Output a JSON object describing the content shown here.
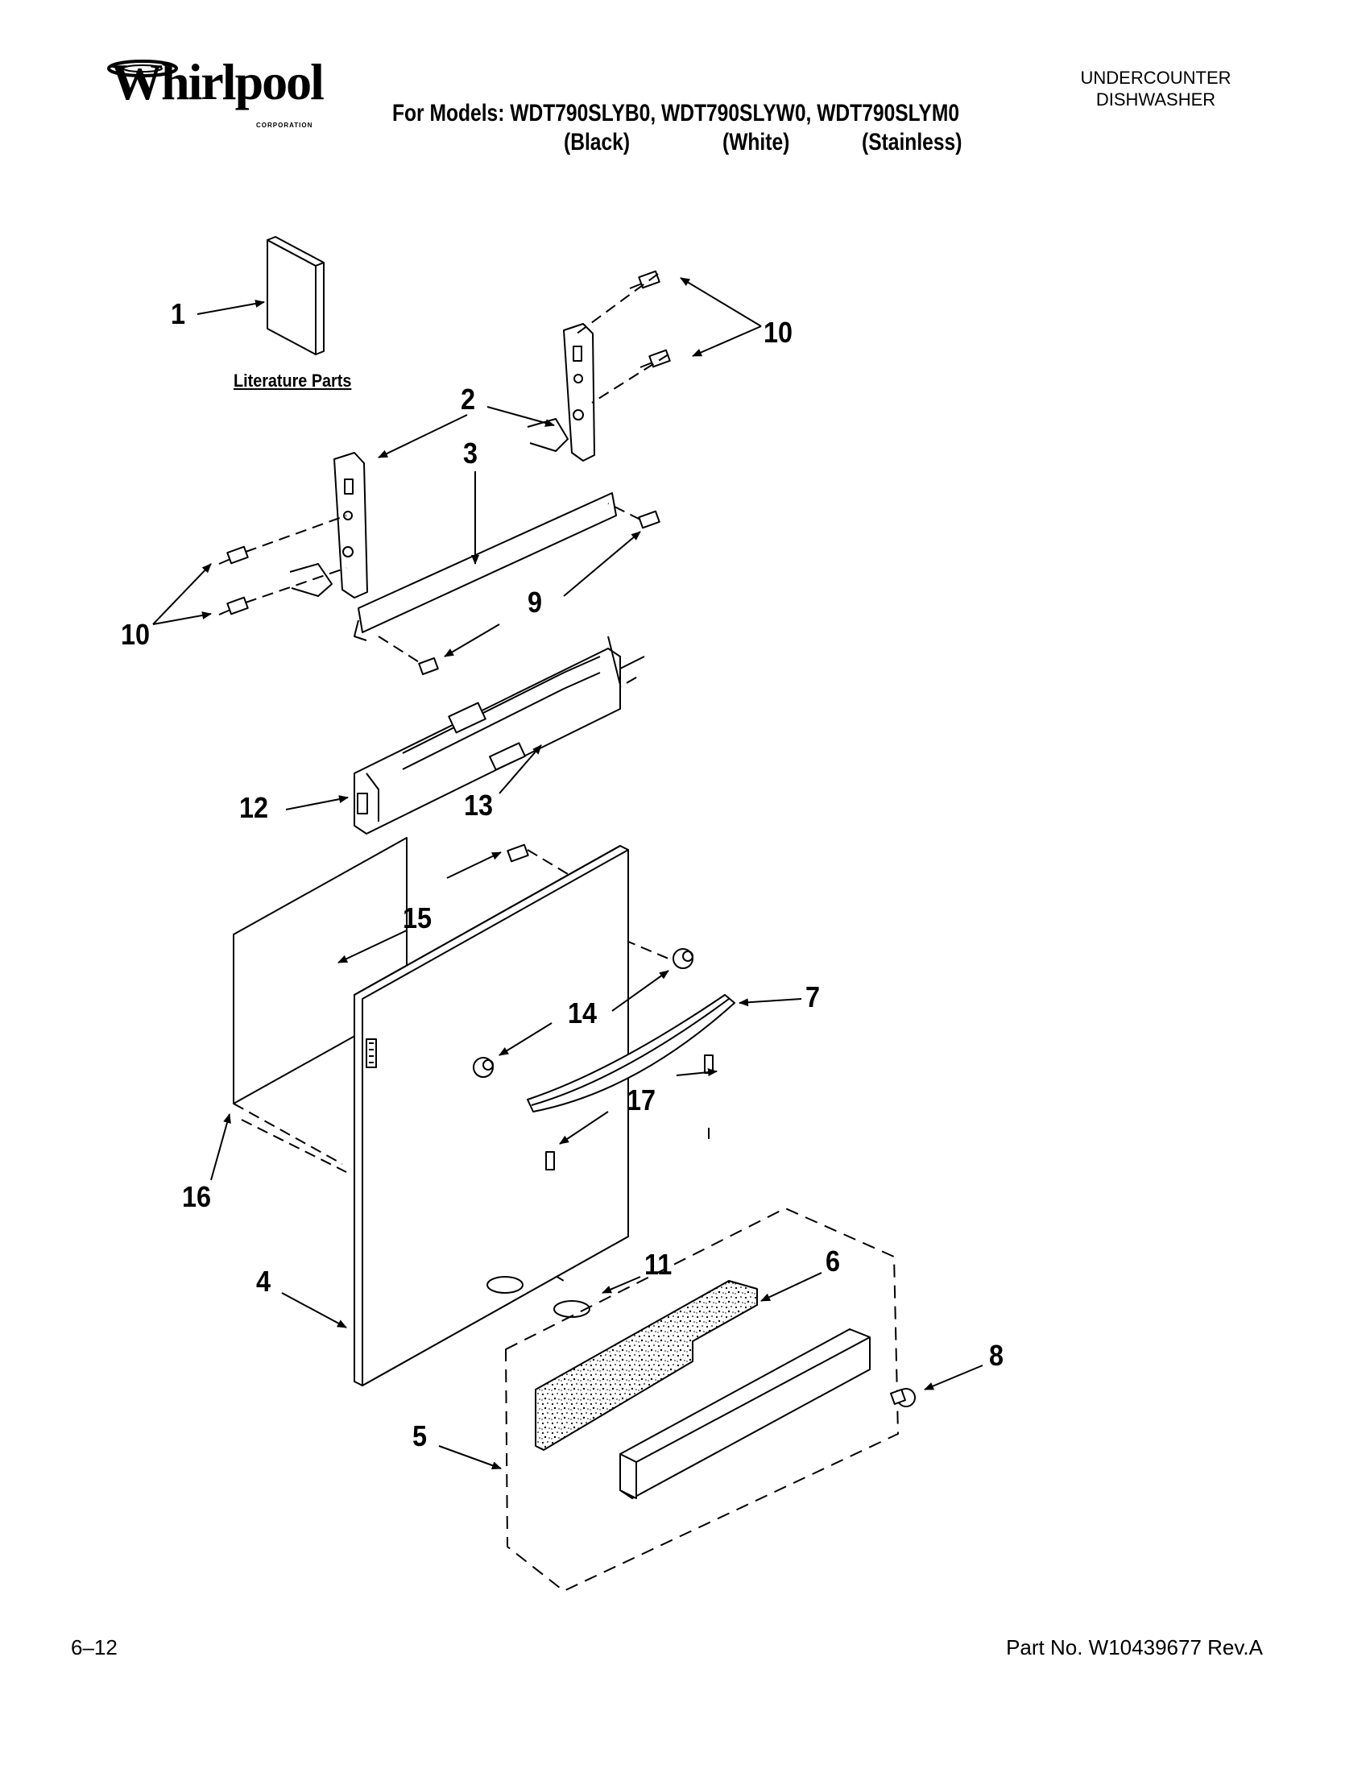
{
  "header": {
    "brand": "Whirlpool",
    "brand_sub": "CORPORATION",
    "models_line": "For Models: WDT790SLYB0, WDT790SLYW0, WDT790SLYM0",
    "color_black": "(Black)",
    "color_white": "(White)",
    "color_stainless": "(Stainless)",
    "category_line1": "UNDERCOUNTER",
    "category_line2": "DISHWASHER"
  },
  "diagram": {
    "literature_label": "Literature Parts",
    "callouts": {
      "c1": "1",
      "c2": "2",
      "c3": "3",
      "c4": "4",
      "c5": "5",
      "c6": "6",
      "c7": "7",
      "c8": "8",
      "c9": "9",
      "c10a": "10",
      "c10b": "10",
      "c11": "11",
      "c12": "12",
      "c13": "13",
      "c14": "14",
      "c15": "15",
      "c16": "16",
      "c17": "17"
    }
  },
  "footer": {
    "page_id": "6–12",
    "part_no": "Part No. W10439677 Rev.A"
  }
}
